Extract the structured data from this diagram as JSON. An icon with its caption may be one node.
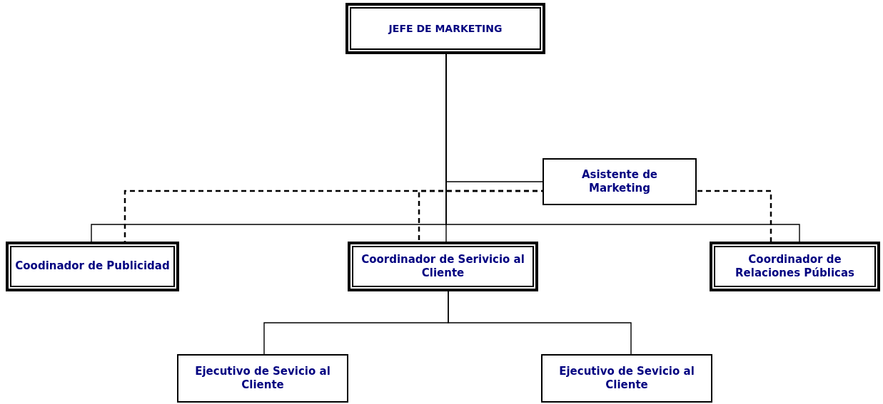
{
  "diagram": {
    "nodes": [
      {
        "text": [
          "JEFE DE MARKETING"
        ]
      },
      {
        "text": [
          "Asistente de Marketing"
        ]
      },
      {
        "text": [
          "Coodinador de Publicidad"
        ]
      },
      {
        "text": [
          "Coordinador de Serivicio al Cliente"
        ]
      },
      {
        "text": [
          "Coordinador de Relaciones Públicas"
        ]
      },
      {
        "text": [
          "Ejecutivo de Sevicio al Cliente"
        ]
      },
      {
        "text": [
          "Ejecutivo de Sevicio al Cliente"
        ]
      }
    ],
    "edges": [
      {
        "from": 0,
        "to": 1,
        "arrow": "none"
      },
      {
        "from": 0,
        "to": 2,
        "arrow": "none"
      },
      {
        "from": 0,
        "to": 3,
        "arrow": "none"
      },
      {
        "from": 0,
        "to": 4,
        "arrow": "none"
      },
      {
        "from": 1,
        "to": 2,
        "arrow": "none",
        "style": "dashed"
      },
      {
        "from": 1,
        "to": 3,
        "arrow": "none",
        "style": "dashed"
      },
      {
        "from": 1,
        "to": 4,
        "arrow": "none",
        "style": "dashed"
      },
      {
        "from": 3,
        "to": 5,
        "arrow": "none"
      },
      {
        "from": 3,
        "to": 6,
        "arrow": "none"
      }
    ]
  }
}
